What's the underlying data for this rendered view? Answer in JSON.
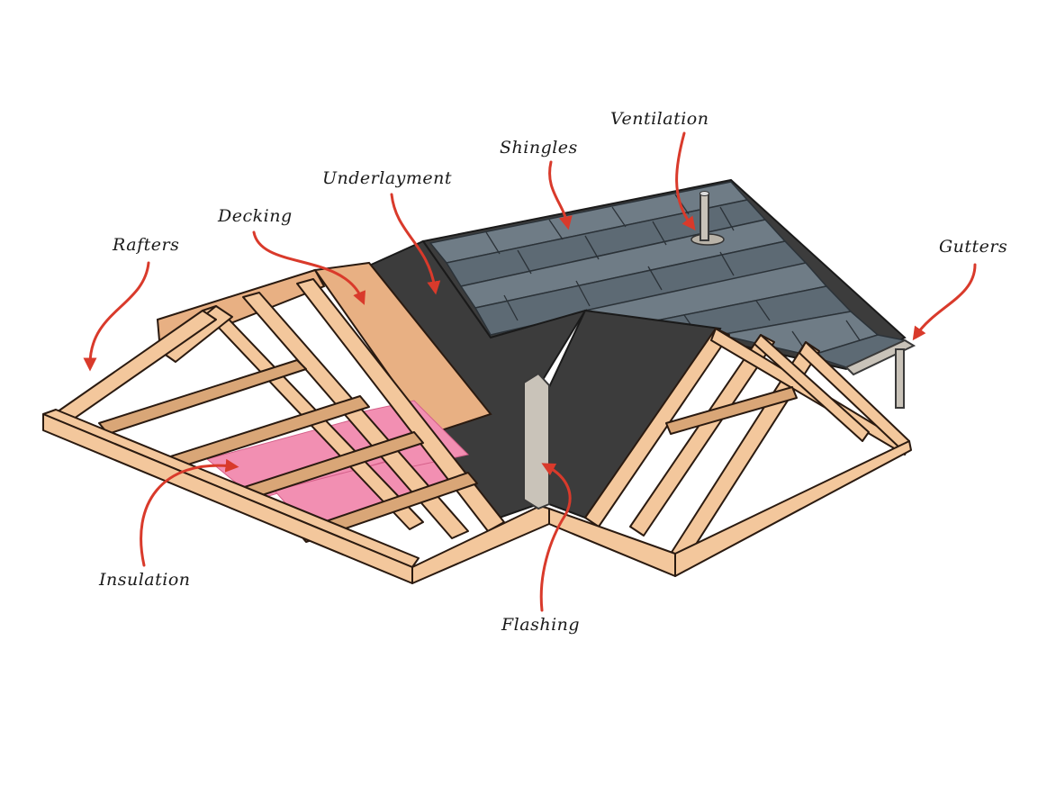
{
  "labels": {
    "rafters": "Rafters",
    "decking": "Decking",
    "underlayment": "Underlayment",
    "shingles": "Shingles",
    "ventilation": "Ventilation",
    "gutters": "Gutters",
    "insulation": "Insulation",
    "flashing": "Flashing"
  },
  "colors": {
    "arrow": "#d93a2b",
    "wood": "#f3c79c",
    "decking": "#e8b083",
    "underlayment": "#3c3c3c",
    "shingles": "#6f7c86",
    "insulation": "#f28fb2"
  }
}
